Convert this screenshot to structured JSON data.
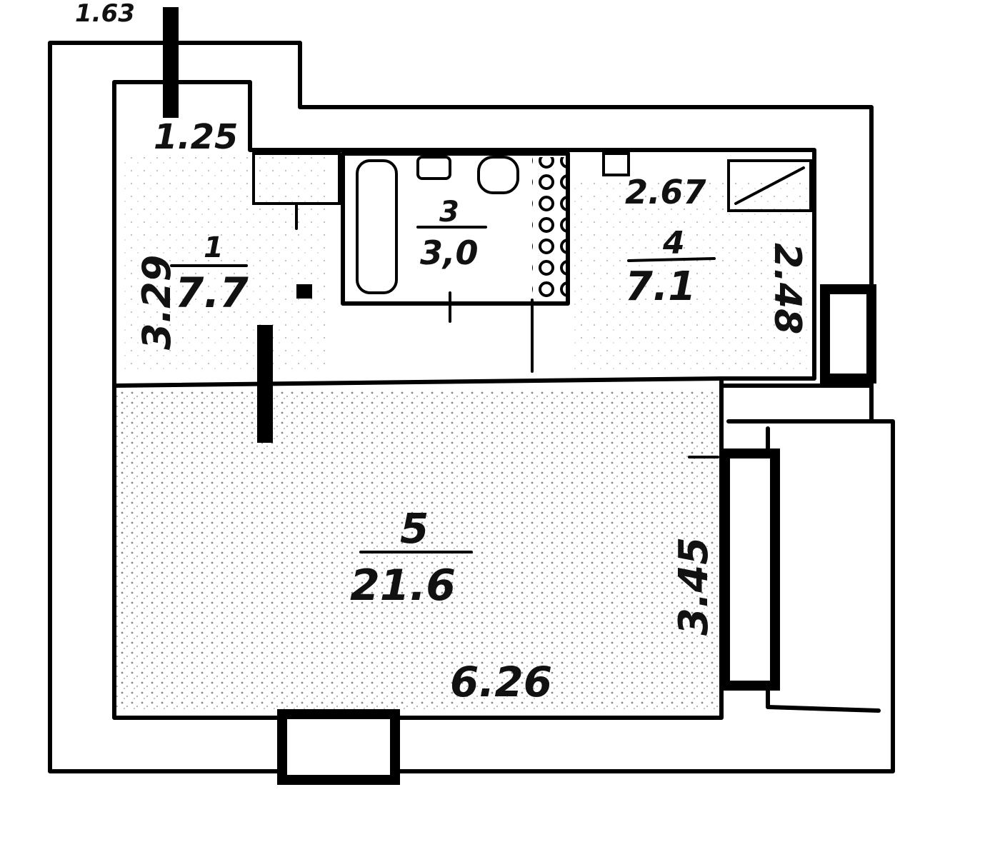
{
  "rooms": [
    {
      "number": "1",
      "area": "7.7"
    },
    {
      "number": "3",
      "area": "3,0"
    },
    {
      "number": "4",
      "area": "7.1"
    },
    {
      "number": "5",
      "area": "21.6"
    }
  ],
  "dimensions": {
    "top_left_fragment": "1.63",
    "corridor_width": "1.25",
    "room1_length": "3.29",
    "kitchen_width": "2.67",
    "kitchen_length": "2.48",
    "room5_width": "6.26",
    "room5_height": "3.45"
  },
  "colors": {
    "ink": "#000000",
    "paper": "#ffffff",
    "hatch": "#9a9a9a"
  }
}
